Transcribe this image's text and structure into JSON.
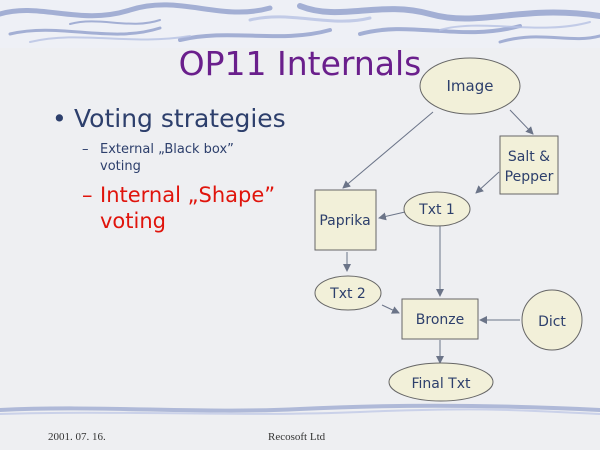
{
  "title": "OP11 Internals",
  "bullets": {
    "main": "Voting strategies",
    "sub": [
      {
        "line1": "External „Black box”",
        "line2": "voting"
      },
      {
        "line1": "Internal „Shape”",
        "line2": "voting"
      }
    ]
  },
  "diagram": {
    "nodes": {
      "image": "Image",
      "salt_pepper": {
        "line1": "Salt &",
        "line2": "Pepper"
      },
      "paprika": "Paprika",
      "txt1": "Txt 1",
      "txt2": "Txt 2",
      "bronze": "Bronze",
      "dict": "Dict",
      "final_txt": "Final Txt"
    }
  },
  "footer": {
    "date": "2001. 07. 16.",
    "company": "Recosoft Ltd"
  },
  "colors": {
    "title": "#6a1f8c",
    "text": "#2d3f6c",
    "accent_red": "#e0140c",
    "node_fill": "#f2f0d9",
    "node_stroke": "#666666",
    "arrow": "#6b7488"
  }
}
